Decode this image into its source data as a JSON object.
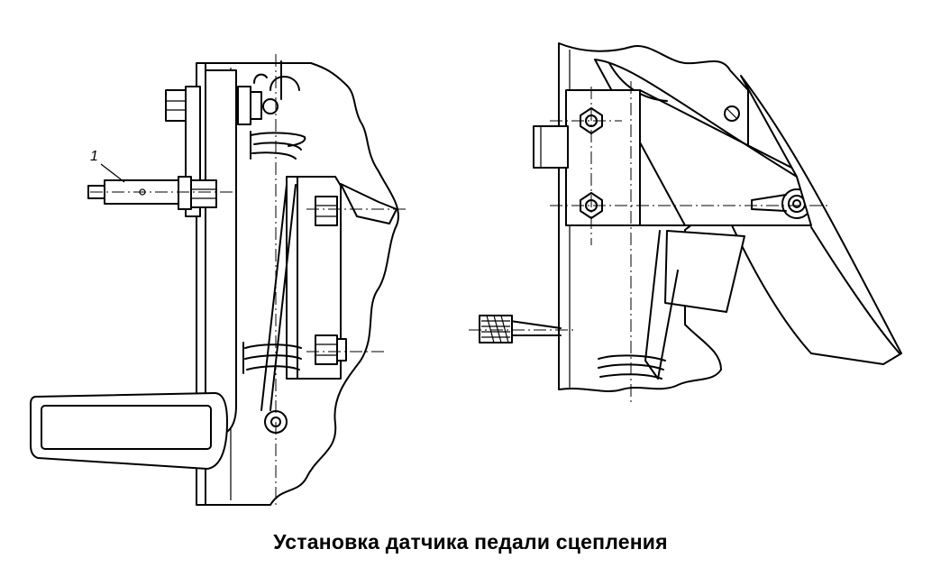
{
  "caption": "Установка датчика педали сцепления",
  "callouts": [
    {
      "id": "1",
      "label": "1"
    }
  ],
  "colors": {
    "line": "#000000",
    "background": "#ffffff"
  }
}
